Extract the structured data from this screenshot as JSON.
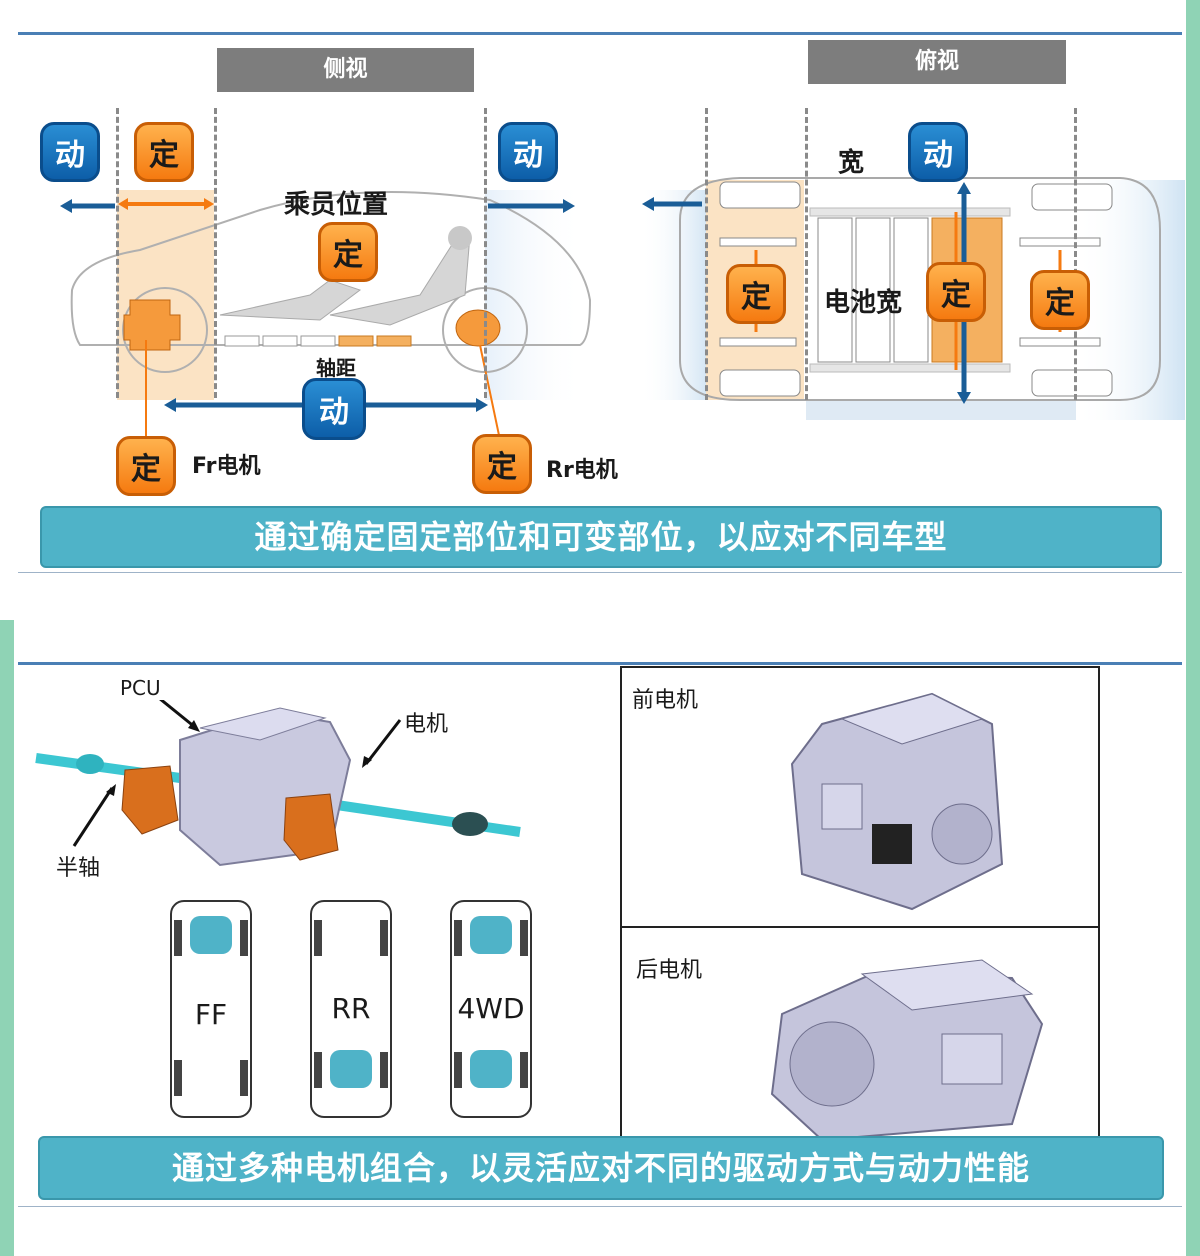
{
  "top": {
    "side_view_title": "侧视",
    "top_view_title": "俯视",
    "dong": "动",
    "ding": "定",
    "passenger_position": "乘员位置",
    "wheelbase": "轴距",
    "fr_motor": "Fr电机",
    "rr_motor": "Rr电机",
    "width": "宽",
    "battery_width": "电池宽",
    "banner": "通过确定固定部位和可变部位，以应对不同车型"
  },
  "bottom": {
    "pcu": "PCU",
    "motor": "电机",
    "half_shaft": "半轴",
    "layouts": [
      "FF",
      "RR",
      "4WD"
    ],
    "front_motor": "前电机",
    "rear_motor": "后电机",
    "banner": "通过多种电机组合，以灵活应对不同的驱动方式与动力性能"
  },
  "colors": {
    "dong_blue": "#0d5ea8",
    "ding_orange": "#f57a10",
    "banner_teal": "#4fb3c8"
  }
}
